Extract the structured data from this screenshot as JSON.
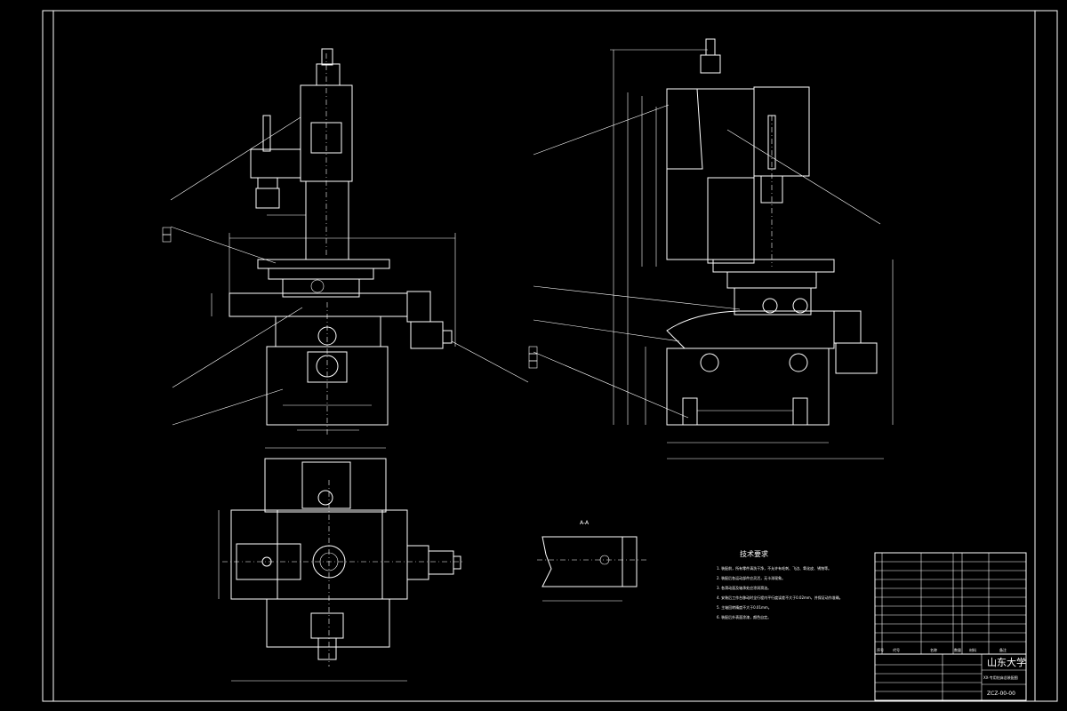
{
  "colors": {
    "background": "#000000",
    "line": "#ffffff"
  },
  "section_label": "A-A",
  "tech_requirements": {
    "title": "技术要求",
    "items": [
      "1. 装配前，所有零件清洗干净，不允许有毛刺、飞边、氧化皮、锈蚀等。",
      "2. 装配后各运动部件应灵活，无卡滞现象。",
      "3. 各滑动面及轴承处应涂润滑油。",
      "4. 安装后工作台移动时全行程内平行度误差不大于0.02mm，并保证动作准确。",
      "5. 主轴回转精度不大于0.01mm。",
      "6. 装配后外表面涂漆，颜色自定。"
    ]
  },
  "title_block": {
    "school": "山东大学",
    "drawing_name": "XX-专用钻床总装配图",
    "drawing_number": "ZCZ-00-00",
    "header": [
      "序号",
      "代号",
      "名称",
      "数量",
      "材料",
      "备注"
    ]
  }
}
